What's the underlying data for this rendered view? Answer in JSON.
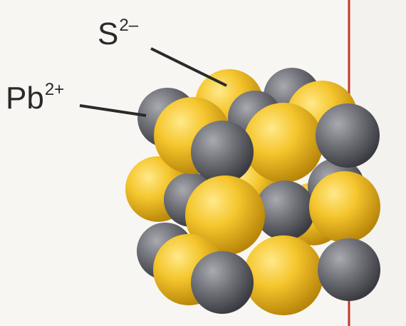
{
  "labels": {
    "sulfide": {
      "base": "S",
      "charge": "2–"
    },
    "lead": {
      "base": "Pb",
      "charge": "2+"
    }
  },
  "colors": {
    "sulfide": "#f2c12e",
    "lead": "#6e6f75",
    "border_line": "#c0392b",
    "background": "#f7f6f3"
  }
}
